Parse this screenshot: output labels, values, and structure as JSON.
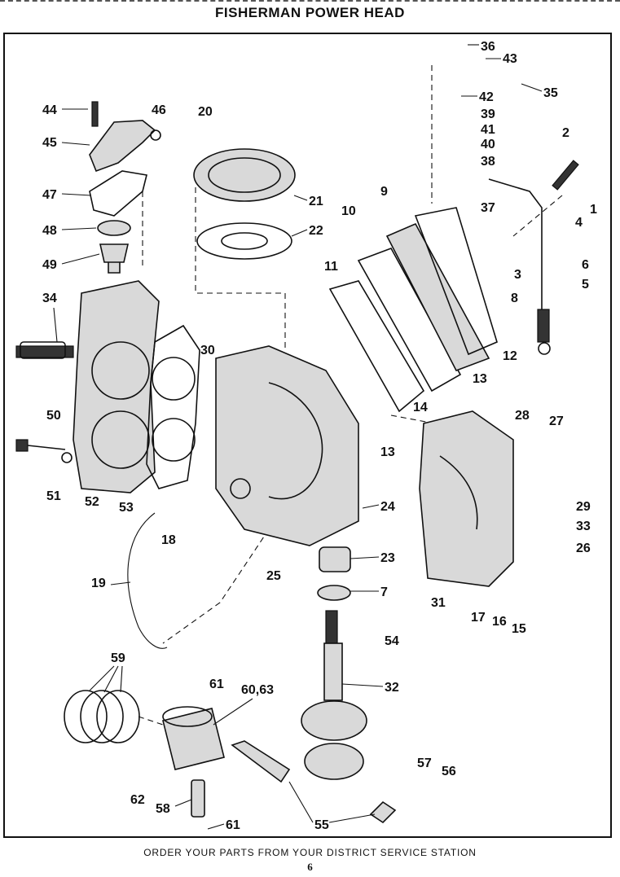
{
  "title": "FISHERMAN POWER HEAD",
  "footer": "ORDER YOUR PARTS FROM YOUR DISTRICT SERVICE STATION",
  "page_number": "6",
  "callouts": [
    "36",
    "43",
    "35",
    "42",
    "39",
    "41",
    "40",
    "38",
    "37",
    "44",
    "46",
    "45",
    "20",
    "47",
    "21",
    "22",
    "48",
    "49",
    "10",
    "11",
    "9",
    "2",
    "1",
    "4",
    "3",
    "6",
    "5",
    "8",
    "12",
    "13",
    "34",
    "30",
    "14",
    "13",
    "50",
    "51",
    "52",
    "53",
    "28",
    "27",
    "24",
    "29",
    "33",
    "26",
    "18",
    "23",
    "25",
    "19",
    "7",
    "31",
    "17",
    "16",
    "15",
    "54",
    "59",
    "61",
    "60,63",
    "32",
    "57",
    "56",
    "62",
    "58",
    "55",
    "61"
  ]
}
